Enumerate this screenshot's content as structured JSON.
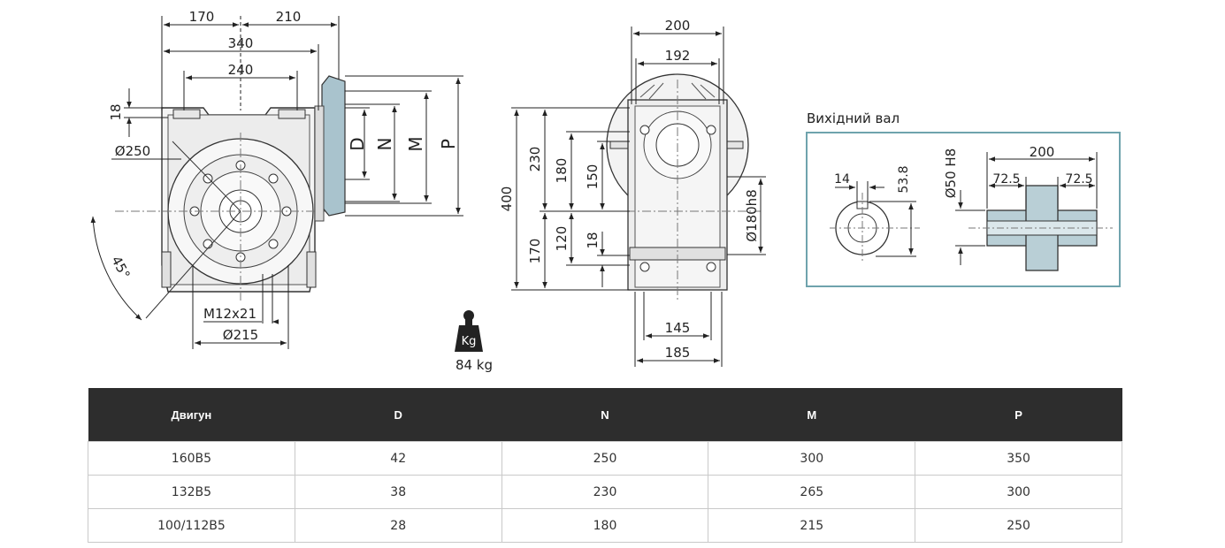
{
  "front_view": {
    "dims": {
      "d170": "170",
      "d210": "210",
      "d340": "340",
      "d240": "240",
      "d18": "18",
      "d250": "Ø250",
      "d45": "45°",
      "m12": "M12x21",
      "d215": "Ø215",
      "D": "D",
      "N": "N",
      "M": "M",
      "P": "P"
    }
  },
  "weight": {
    "unit_label": "Kg",
    "value": "84 kg"
  },
  "side_view": {
    "dims": {
      "d200": "200",
      "d192": "192",
      "d400": "400",
      "d230": "230",
      "d170": "170",
      "d180": "180",
      "d120": "120",
      "d150": "150",
      "d18": "18",
      "d180h8": "Ø180h8",
      "d145": "145",
      "d185": "185"
    }
  },
  "output_shaft": {
    "title": "Вихідний вал",
    "dims": {
      "d14": "14",
      "d53": "53.8",
      "d50": "Ø50 H8",
      "d200": "200",
      "d72a": "72.5",
      "d72b": "72.5"
    }
  },
  "table": {
    "headers": [
      "Двигун",
      "D",
      "N",
      "M",
      "P"
    ],
    "rows": [
      [
        "160B5",
        "42",
        "250",
        "300",
        "350"
      ],
      [
        "132B5",
        "38",
        "230",
        "265",
        "300"
      ],
      [
        "100/112B5",
        "28",
        "180",
        "215",
        "250"
      ]
    ]
  },
  "colors": {
    "flange": "#a9c3cd",
    "shaft": "#b9cfd6",
    "panel_border": "#6fa3ad",
    "header_bg": "#2d2d2d"
  }
}
